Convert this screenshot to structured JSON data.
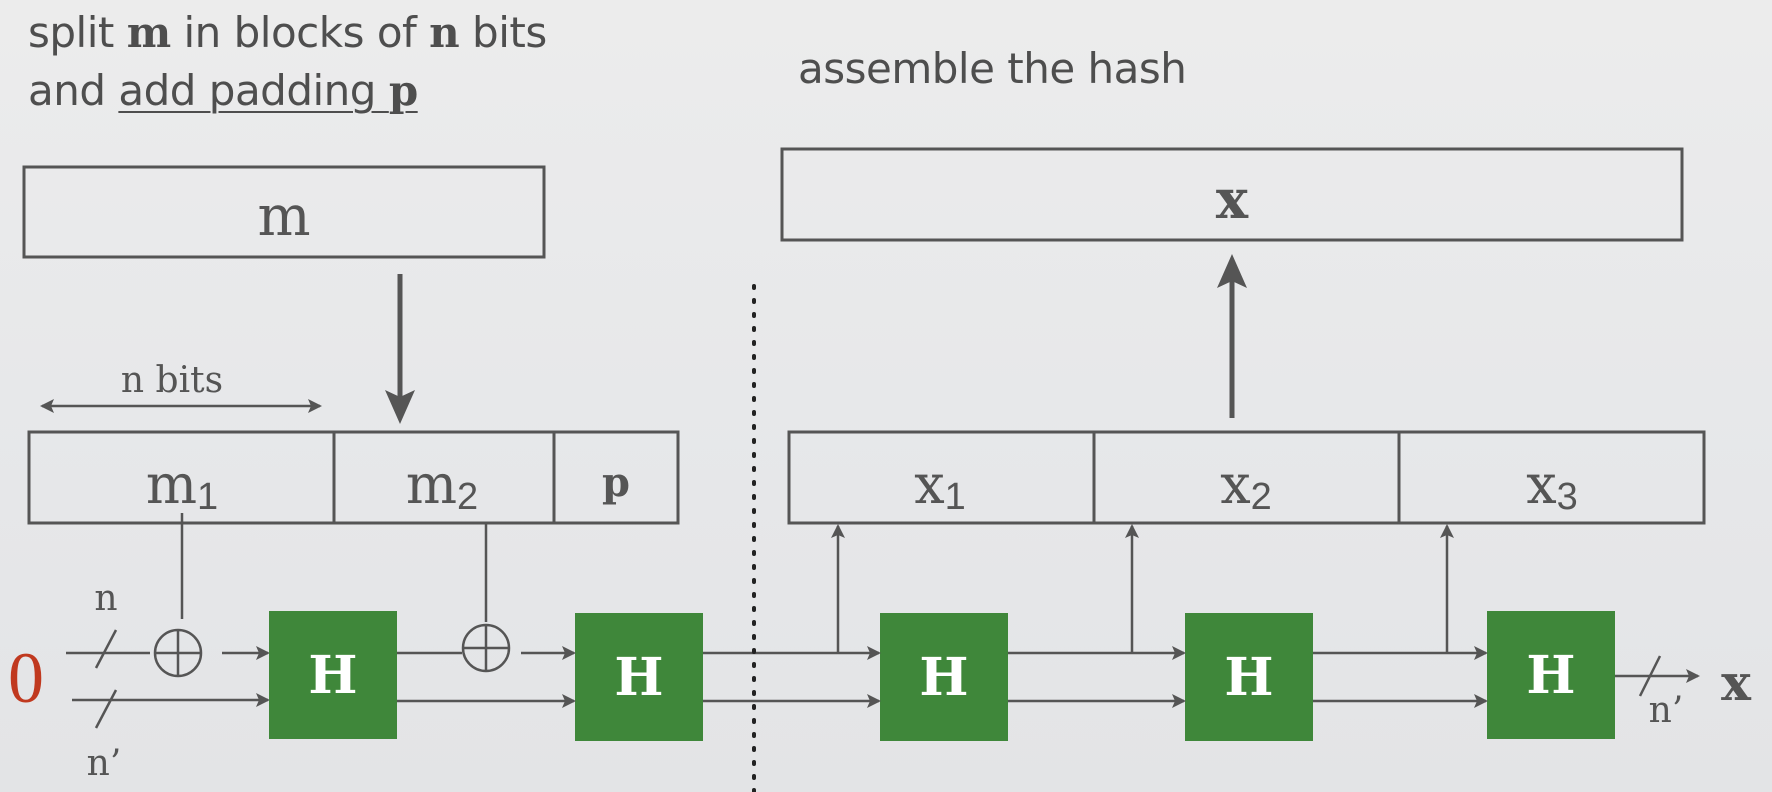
{
  "caption_left": {
    "line1_a": "split ",
    "line1_b": "m",
    "line1_c": " in blocks of ",
    "line1_d": "n",
    "line1_e": " bits",
    "line2_a": "and ",
    "line2_b": "add padding ",
    "line2_c": "p"
  },
  "caption_right": "assemble the hash",
  "message": {
    "label": "m"
  },
  "block_width_label": "n bits",
  "blocks": [
    {
      "base": "m",
      "sub": "1"
    },
    {
      "base": "m",
      "sub": "2"
    },
    {
      "base": "p",
      "sub": ""
    }
  ],
  "hash_label": "x",
  "outputs": [
    {
      "base": "x",
      "sub": "1"
    },
    {
      "base": "x",
      "sub": "2"
    },
    {
      "base": "x",
      "sub": "3"
    }
  ],
  "initial_value": "0",
  "width_n": "n",
  "width_n_prime": "n’",
  "xor_symbol": "⊕",
  "h_box_label": "H",
  "final_output": "x",
  "final_width": "n’",
  "colors": {
    "h_box": "#3f873a",
    "initial_value": "#c0391f",
    "stroke": "#555555"
  }
}
